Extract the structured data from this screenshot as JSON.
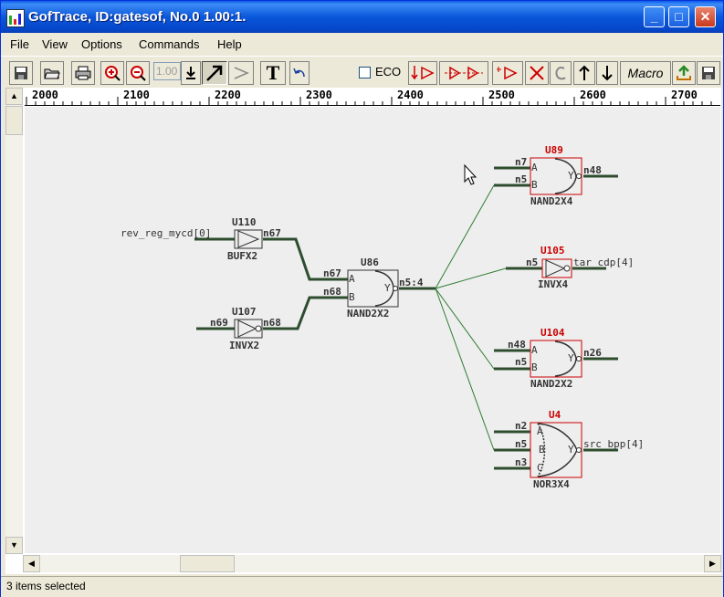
{
  "window": {
    "title": "GofTrace, ID:gatesof, No.0 1.00:1."
  },
  "menu": [
    "File",
    "View",
    "Options",
    "Commands",
    "Help"
  ],
  "toolbar": {
    "zoom_value": "1.00",
    "eco_label": "ECO",
    "macro_label": "Macro",
    "text_tool": "T"
  },
  "ruler": [
    "2000",
    "2100",
    "2200",
    "2300",
    "2400",
    "2500",
    "2600",
    "2700"
  ],
  "schematic": {
    "gates": {
      "u110": {
        "name": "U110",
        "type": "BUFX2",
        "in_net": "rev_reg_mycd[0]",
        "out_net": "n67"
      },
      "u107": {
        "name": "U107",
        "type": "INVX2",
        "in_net": "n69",
        "out_net": "n68"
      },
      "u86": {
        "name": "U86",
        "type": "NAND2X2",
        "pin_a_net": "n67",
        "pin_b_net": "n68",
        "out_net": "n5:4"
      },
      "u89": {
        "name": "U89",
        "type": "NAND2X4",
        "pin_a_net": "n7",
        "pin_b_net": "n5",
        "out_net": "n48"
      },
      "u105": {
        "name": "U105",
        "type": "INVX4",
        "in_net": "n5",
        "out_net": "tar_cdp[4]"
      },
      "u104": {
        "name": "U104",
        "type": "NAND2X2",
        "pin_a_net": "n48",
        "pin_b_net": "n5",
        "out_net": "n26"
      },
      "u4": {
        "name": "U4",
        "type": "NOR3X4",
        "pin_a_net": "n2",
        "pin_b_net": "n5",
        "pin_c_net": "n3",
        "out_net": "src_bpp[4]"
      }
    },
    "pins": {
      "a": "A",
      "b": "B",
      "c": "C",
      "y": "Y"
    }
  },
  "colors": {
    "wire": "#2e4d2e",
    "fanout": "#2e7d32",
    "selected": "#cc0000",
    "gate": "#333333",
    "canvas": "#eeeeee"
  },
  "status": "3 items selected"
}
